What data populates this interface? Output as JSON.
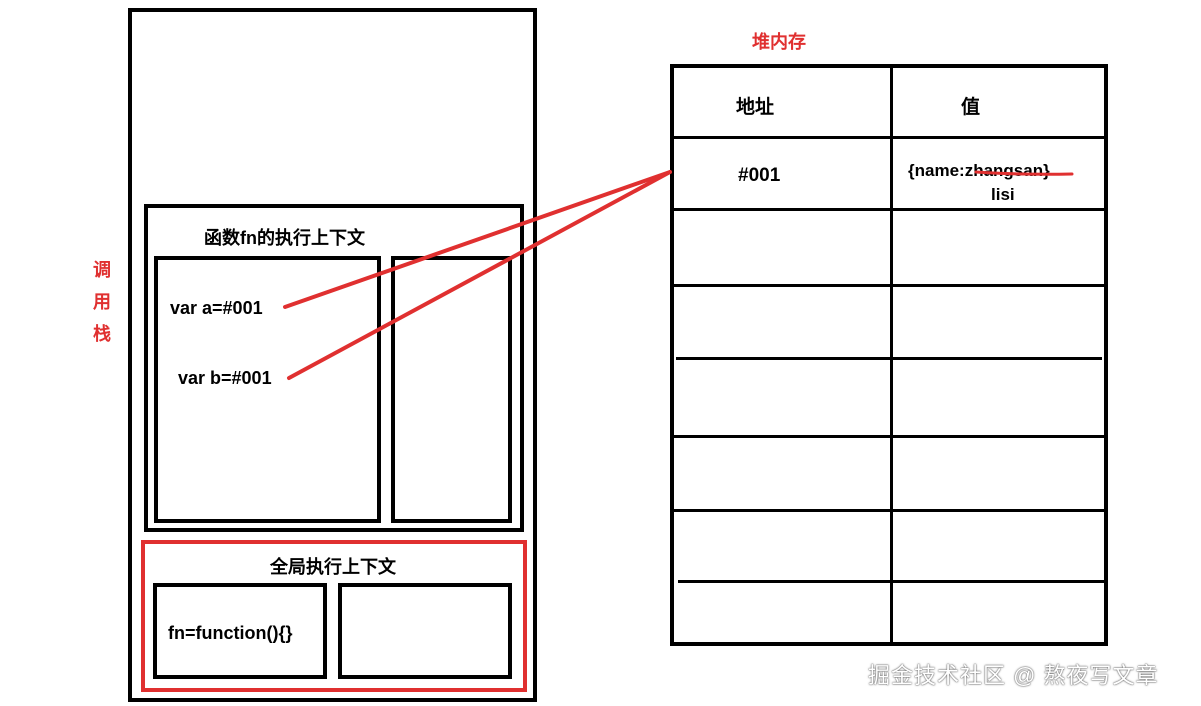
{
  "call_stack": {
    "label": "调用栈",
    "function_context": {
      "title": "函数fn的执行上下文",
      "var_a": "var a=#001",
      "var_b": "var b=#001"
    },
    "global_context": {
      "title": "全局执行上下文",
      "fn_decl": "fn=function(){}"
    }
  },
  "heap": {
    "label": "堆内存",
    "headers": {
      "address": "地址",
      "value": "值"
    },
    "rows": [
      {
        "address": "#001",
        "value_prefix": "{name:",
        "value_struck": "zhangsan",
        "value_suffix": "}",
        "value_new": "lisi"
      }
    ]
  },
  "colors": {
    "accent": "#e03030",
    "border": "#000000"
  },
  "watermark": "掘金技术社区 @ 熬夜写文章"
}
